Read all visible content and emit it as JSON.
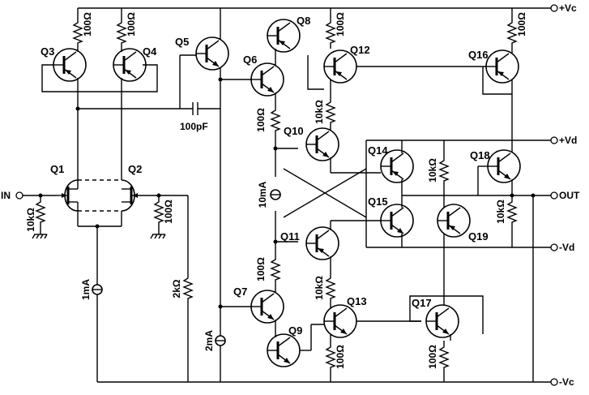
{
  "rails": {
    "pos_vc": "+Vc",
    "neg_vc": "-Vc",
    "pos_vd": "+Vd",
    "neg_vd": "-Vd"
  },
  "ports": {
    "input": "IN",
    "output": "OUT"
  },
  "transistors": {
    "q1": "Q1",
    "q2": "Q2",
    "q3": "Q3",
    "q4": "Q4",
    "q5": "Q5",
    "q6": "Q6",
    "q7": "Q7",
    "q8": "Q8",
    "q9": "Q9",
    "q10": "Q10",
    "q11": "Q11",
    "q12": "Q12",
    "q13": "Q13",
    "q14": "Q14",
    "q15": "Q15",
    "q16": "Q16",
    "q17": "Q17",
    "q18": "Q18",
    "q19": "Q19"
  },
  "values": {
    "r_100": "100Ω",
    "r_10k": "10kΩ",
    "r_2k": "2kΩ",
    "c_100p": "100pF",
    "i_1ma": "1mA",
    "i_2ma": "2mA",
    "i_10ma": "10mA"
  }
}
